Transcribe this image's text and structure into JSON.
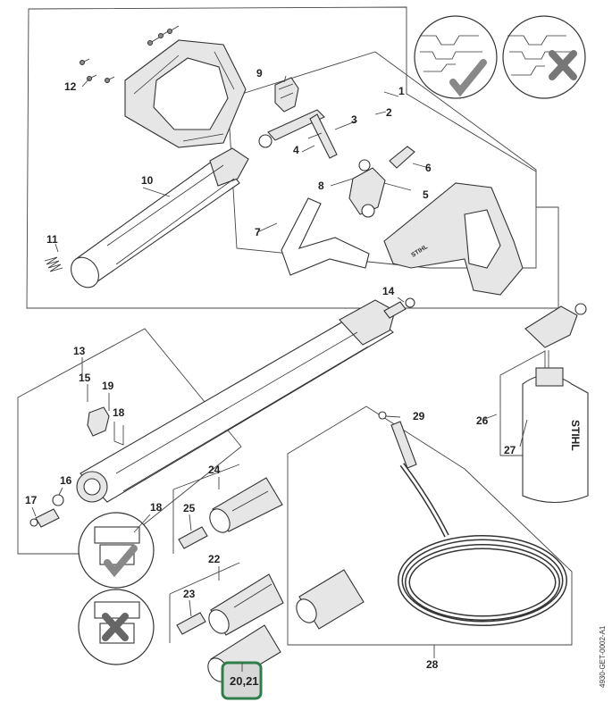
{
  "labels": {
    "p1": "1",
    "p2": "2",
    "p3": "3",
    "p4": "4",
    "p5": "5",
    "p6": "6",
    "p7": "7",
    "p8": "8",
    "p9": "9",
    "p10": "10",
    "p11": "11",
    "p12": "12",
    "p13": "13",
    "p14": "14",
    "p15": "15",
    "p16": "16",
    "p17": "17",
    "p18a": "18",
    "p18b": "18",
    "p19": "19",
    "p22": "22",
    "p23": "23",
    "p24": "24",
    "p25": "25",
    "p26": "26",
    "p27": "27",
    "p28": "28",
    "p29": "29"
  },
  "highlight_label": "20,21",
  "brand_text": "STIHL",
  "document_code": "4930-GET-0002-A1",
  "colors": {
    "highlight_border": "#2e7d4a",
    "highlight_fill": "#d7d7d7",
    "mark_fill": "#8c8c8c"
  }
}
